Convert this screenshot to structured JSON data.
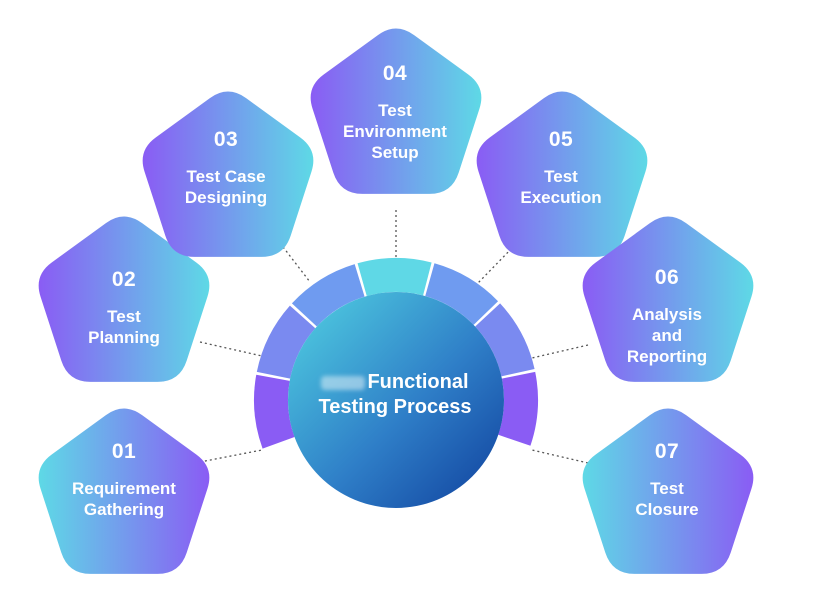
{
  "center": {
    "title_line1": "Functional",
    "title_line2": "Testing Process"
  },
  "steps": [
    {
      "number": "01",
      "text": "Requirement Gathering"
    },
    {
      "number": "02",
      "text": "Test Planning"
    },
    {
      "number": "03",
      "text": "Test Case Designing"
    },
    {
      "number": "04",
      "text": "Test Environment Setup"
    },
    {
      "number": "05",
      "text": "Test Execution"
    },
    {
      "number": "06",
      "text": "Analysis and Reporting"
    },
    {
      "number": "07",
      "text": "Test Closure"
    }
  ],
  "colors": {
    "purple": "#8b5cf6",
    "violet": "#7b6cf0",
    "blue": "#6e8ff0",
    "cyan": "#5fd8e6",
    "center_dark": "#1a4fa8",
    "center_light": "#4fc6dc",
    "connector": "#555555"
  }
}
